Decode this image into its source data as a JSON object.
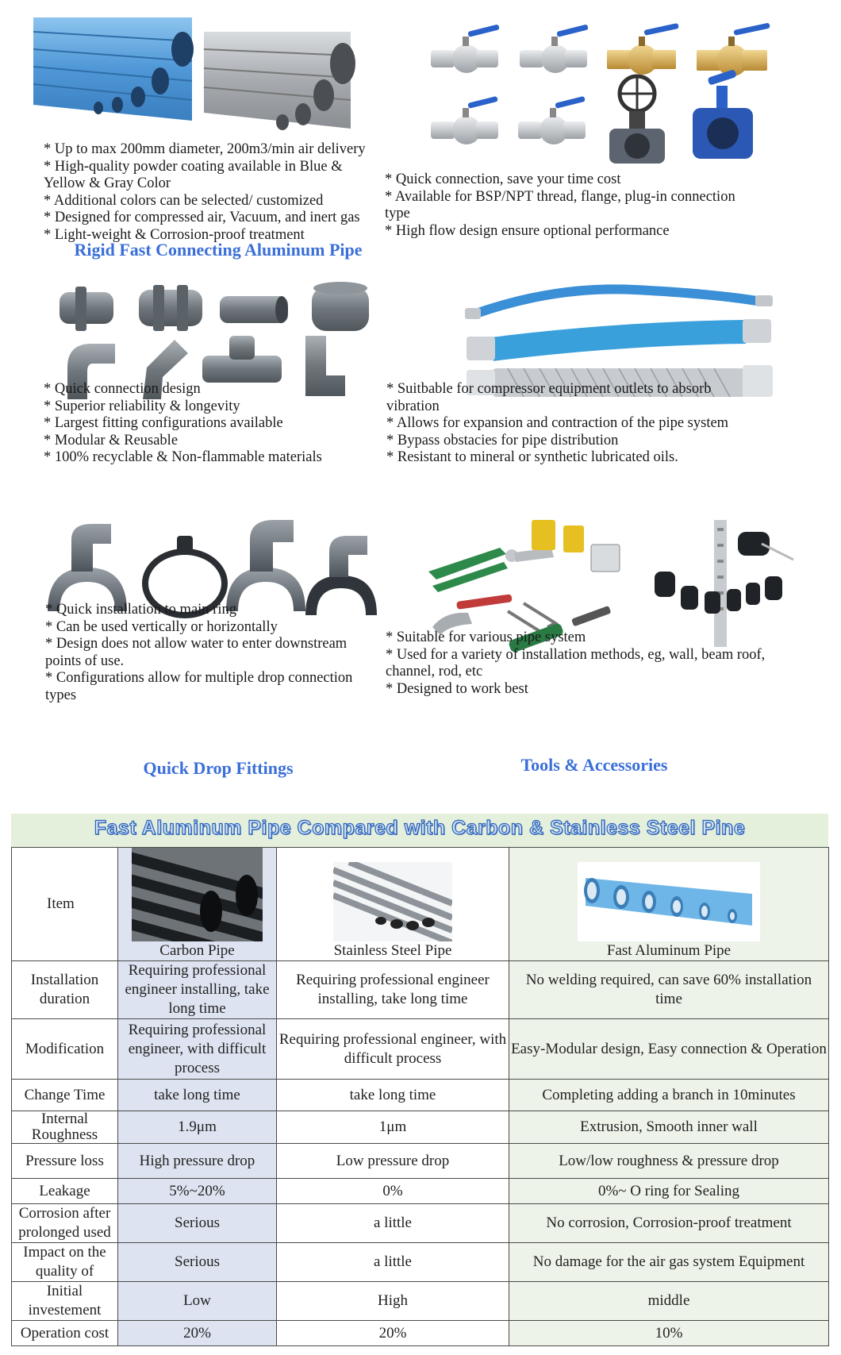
{
  "panels": {
    "rigid_pipe": {
      "bullets": [
        "* Up to max 200mm diameter, 200m3/min air delivery",
        "* High-quality powder coating available in Blue &",
        "Yellow & Gray Color",
        "* Additional colors can be selected/ customized",
        "* Designed for compressed air, Vacuum, and inert gas",
        "* Light-weight & Corrosion-proof treatment"
      ],
      "caption": "Rigid Fast Connecting Aluminum Pipe"
    },
    "valves": {
      "bullets": [
        "* Quick connection, save your time cost",
        "* Available for BSP/NPT thread, flange, plug-in connection",
        "type",
        "* High flow design ensure optional performance"
      ]
    },
    "fittings": {
      "bullets": [
        "* Quick connection design",
        "* Superior reliability & longevity",
        "* Largest fitting configurations available",
        "* Modular & Reusable",
        "* 100% recyclable & Non-flammable materials"
      ]
    },
    "hoses": {
      "bullets": [
        "* Suitbable for compressor equipment outlets to absorb",
        "vibration",
        "* Allows for expansion and contraction of the pipe system",
        "* Bypass obstacies for pipe distribution",
        "* Resistant to mineral or synthetic lubricated oils."
      ]
    },
    "drop_fittings": {
      "bullets": [
        "* Quick installation to main ring",
        "* Can be used vertically or horizontally",
        "* Design does not allow water to enter downstream",
        "points of use.",
        "* Configurations allow for multiple drop connection",
        "types"
      ],
      "caption": "Quick Drop Fittings"
    },
    "tools": {
      "bullets": [
        "* Suitable for various pipe system",
        "* Used for a variety of installation methods, eg, wall, beam roof,",
        "channel, rod, etc",
        "* Designed to work best"
      ],
      "caption": "Tools & Accessories"
    }
  },
  "comparison": {
    "title": "Fast Aluminum Pipe Compared with Carbon & Stainless Steel Pine",
    "headers": [
      "Item",
      "Carbon Pipe",
      "Stainless Steel Pipe",
      "Fast Aluminum Pipe"
    ],
    "rows": [
      {
        "item": "Installation duration",
        "carbon": "Requiring professional engineer installing, take long time",
        "stainless": "Requiring professional engineer installing, take long time",
        "aluminum": "No welding required, can save 60% installation time"
      },
      {
        "item": "Modification",
        "carbon": "Requiring professional engineer, with difficult process",
        "stainless": "Requiring professional engineer, with difficult process",
        "aluminum": "Easy-Modular design, Easy connection & Operation"
      },
      {
        "item": "Change Time",
        "carbon": "take long time",
        "stainless": "take long time",
        "aluminum": "Completing adding a branch in 10minutes"
      },
      {
        "item": "Internal Roughness",
        "carbon": "1.9μm",
        "stainless": "1μm",
        "aluminum": "Extrusion, Smooth inner wall"
      },
      {
        "item": "Pressure loss",
        "carbon": "High pressure drop",
        "stainless": "Low pressure drop",
        "aluminum": "Low/low roughness & pressure drop"
      },
      {
        "item": "Leakage",
        "carbon": "5%~20%",
        "stainless": "0%",
        "aluminum": "0%~ O ring for Sealing"
      },
      {
        "item": "Corrosion after prolonged used",
        "carbon": "Serious",
        "stainless": "a little",
        "aluminum": "No corrosion, Corrosion-proof treatment"
      },
      {
        "item": "Impact on the quality of",
        "carbon": "Serious",
        "stainless": "a little",
        "aluminum": "No damage for the air gas system Equipment"
      },
      {
        "item": "Initial investement",
        "carbon": "Low",
        "stainless": "High",
        "aluminum": "middle"
      },
      {
        "item": "Operation cost",
        "carbon": "20%",
        "stainless": "20%",
        "aluminum": "10%"
      }
    ]
  },
  "colors": {
    "caption_blue": "#3a6fd8",
    "pipe_blue": "#5aa0dc",
    "pipe_gray": "#a9adb2",
    "fitting_gray": "#6f767c",
    "carbon_col": "#dde3f0",
    "alu_col": "#eef3e9",
    "banner_bg": "#e4f0dc"
  }
}
